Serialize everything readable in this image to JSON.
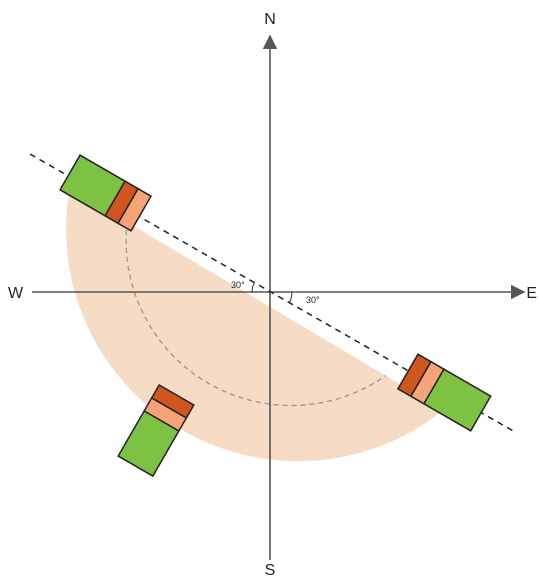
{
  "labels": {
    "north": "N",
    "south": "S",
    "east": "E",
    "west": "W",
    "angle_left": "30°",
    "angle_right": "30°"
  },
  "colors": {
    "sector_fill": "#f6dcc5",
    "panel_green": "#7dc242",
    "band_dark": "#d1551e",
    "band_light": "#f4a477",
    "outline": "#222222",
    "axis": "#555555"
  },
  "diagram": {
    "line_angle_deg": 30,
    "vehicles": [
      {
        "name": "vehicle-northwest"
      },
      {
        "name": "vehicle-south"
      },
      {
        "name": "vehicle-southeast"
      }
    ]
  }
}
